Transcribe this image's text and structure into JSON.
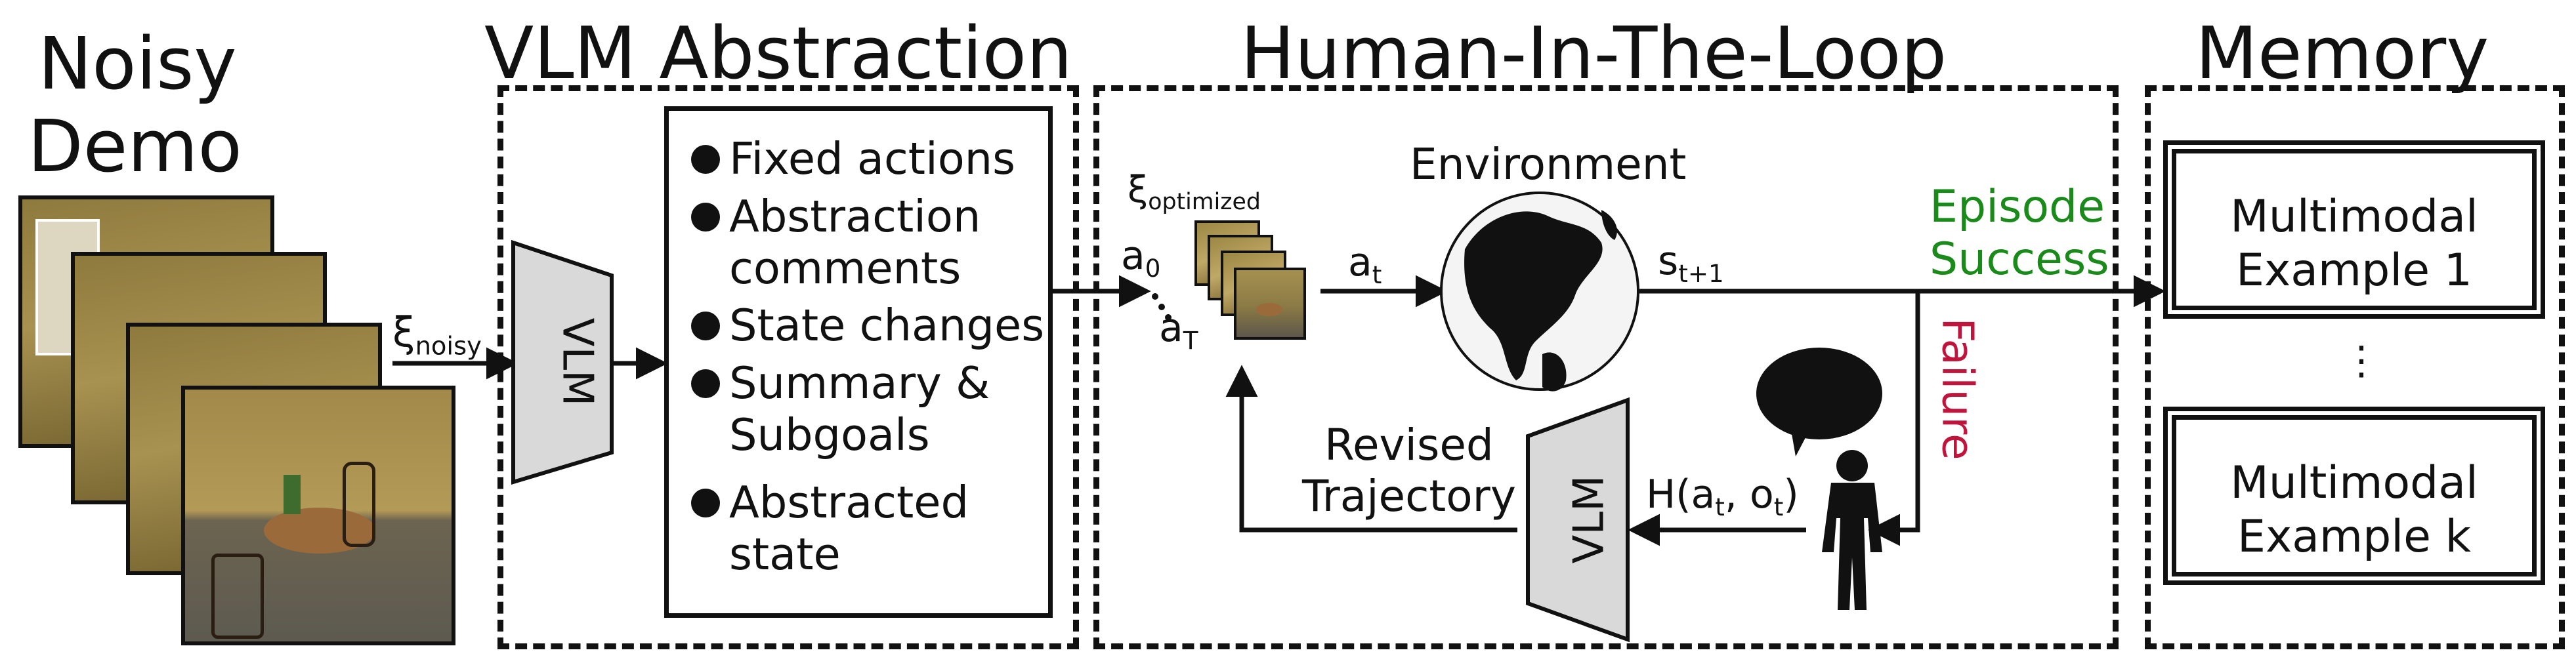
{
  "headers": {
    "noisy_demo_line1": "Noisy",
    "noisy_demo_line2": "Demo",
    "vlm_abstraction": "VLM Abstraction",
    "human_in_the_loop": "Human-In-The-Loop",
    "memory": "Memory"
  },
  "xi_noisy": {
    "symbol": "ξ",
    "subscript": "noisy"
  },
  "vlm_label": "VLM",
  "abstraction_items": [
    [
      "Fixed actions"
    ],
    [
      "Abstraction",
      "comments"
    ],
    [
      "State changes"
    ],
    [
      "Summary &",
      "Subgoals"
    ],
    [
      "Abstracted",
      "state"
    ]
  ],
  "trajectory": {
    "xi_symbol": "ξ",
    "xi_subscript": "optimized",
    "a0_main": "a",
    "a0_sub": "0",
    "aT_main": "a",
    "aT_sub": "T",
    "at_main": "a",
    "at_sub": "t"
  },
  "environment": "Environment",
  "state_next": {
    "main": "s",
    "sub": "t+1"
  },
  "episode_success": [
    "Episode",
    "Success"
  ],
  "failure": "Failure",
  "human_feedback": {
    "prefix": "H(a",
    "sub1": "t",
    "mid": ", o",
    "sub2": "t",
    "suffix": ")"
  },
  "revised_trajectory": [
    "Revised",
    "Trajectory"
  ],
  "memory_examples": [
    [
      "Multimodal",
      "Example 1"
    ],
    [
      "Multimodal",
      "Example k"
    ]
  ],
  "memory_ellipsis": "⋮",
  "colors": {
    "success": "#1a8a1a",
    "failure": "#c0143c",
    "vlm_fill": "#d9d9d9",
    "ink": "#111111"
  },
  "icons": [
    "globe-icon",
    "person-icon",
    "speech-bubble-icon"
  ]
}
